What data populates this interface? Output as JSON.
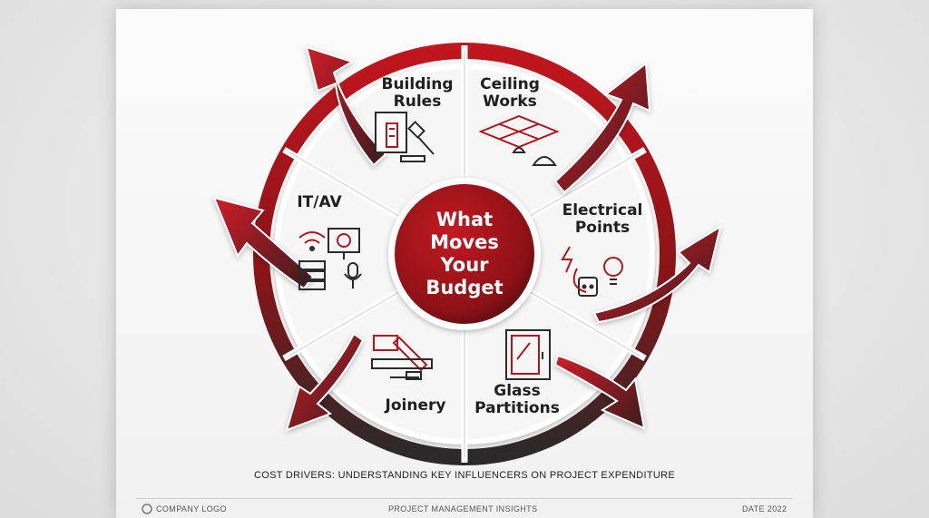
{
  "center": {
    "lines": [
      "What",
      "Moves",
      "Your",
      "Budget"
    ]
  },
  "segments": [
    {
      "lines": [
        "Building",
        "Rules"
      ],
      "icon": "building-rules-icon"
    },
    {
      "lines": [
        "Ceiling",
        "Works"
      ],
      "icon": "ceiling-works-icon"
    },
    {
      "lines": [
        "Electrical",
        "Points"
      ],
      "icon": "electrical-points-icon"
    },
    {
      "lines": [
        "Glass",
        "Partitions"
      ],
      "icon": "glass-door-icon"
    },
    {
      "lines": [
        "Joinery"
      ],
      "icon": "joinery-tools-icon"
    },
    {
      "lines": [
        "IT/AV"
      ],
      "icon": "it-av-icon"
    }
  ],
  "caption": "COST DRIVERS: UNDERSTANDING KEY INFLUENCERS ON PROJECT EXPENDITURE",
  "footer": {
    "logo": "COMPANY LOGO",
    "center": "PROJECT MANAGEMENT INSIGHTS",
    "date": "DATE 2022"
  },
  "colors": {
    "accent": "#b3151b",
    "dark": "#2a2a2a",
    "ring": "#8e1418"
  }
}
